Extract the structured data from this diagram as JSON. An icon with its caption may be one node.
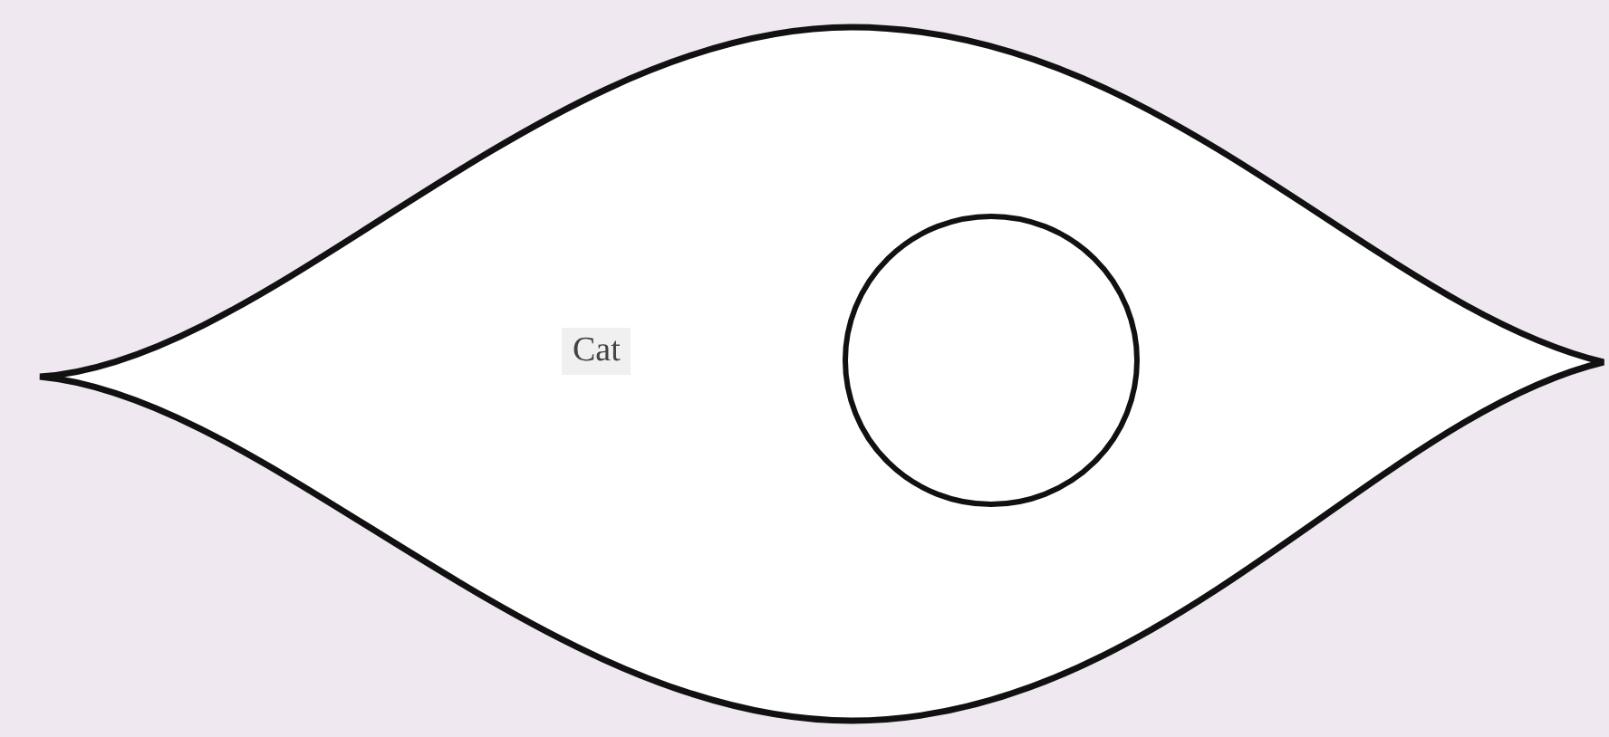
{
  "diagram": {
    "nodes": [
      {
        "text": [
          "Cat"
        ]
      },
      {
        "text": [],
        "shape": "circle",
        "in": 0
      }
    ]
  }
}
